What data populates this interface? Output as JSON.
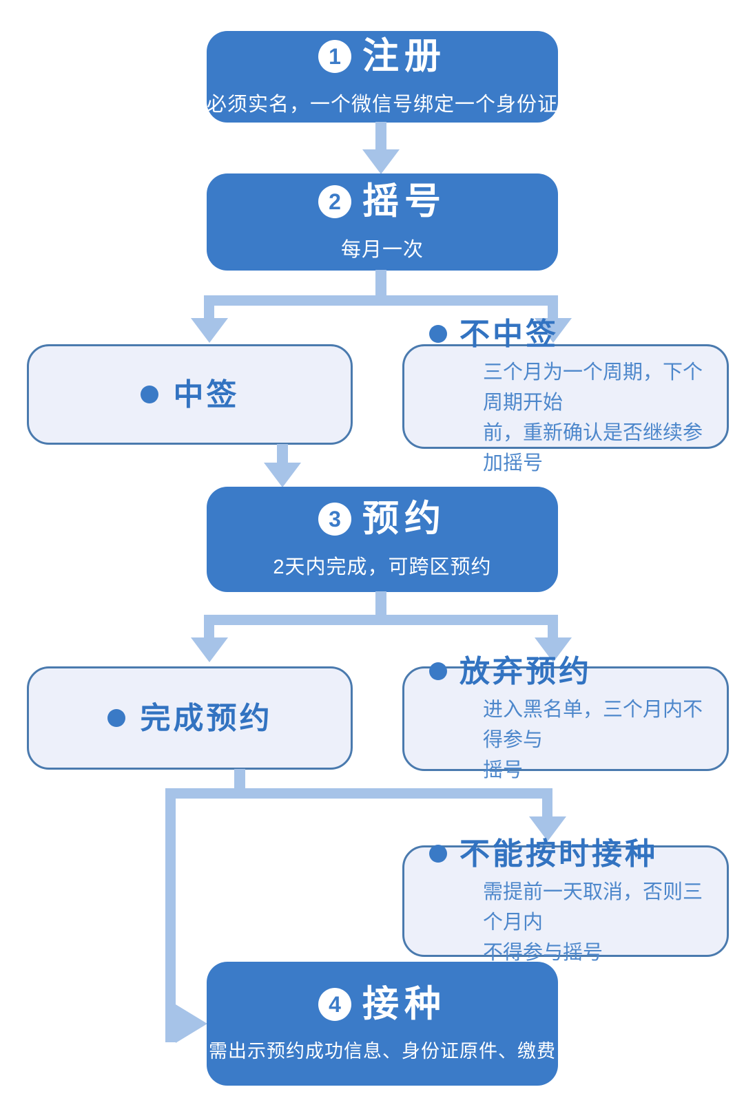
{
  "colors": {
    "step_box_fill": "#3b7bc8",
    "outcome_box_fill": "#edf0fa",
    "outcome_box_border": "#4a7aae",
    "connector": "#a6c3e8",
    "outcome_title_text": "#3273c1",
    "outcome_desc_text": "#4d87cb",
    "step_text": "#ffffff",
    "background": "#ffffff"
  },
  "steps": [
    {
      "number": "1",
      "title": "注册",
      "subtitle": "必须实名，一个微信号绑定一个身份证"
    },
    {
      "number": "2",
      "title": "摇号",
      "subtitle": "每月一次"
    },
    {
      "number": "3",
      "title": "预约",
      "subtitle": "2天内完成，可跨区预约"
    },
    {
      "number": "4",
      "title": "接种",
      "subtitle": "需出示预约成功信息、身份证原件、缴费"
    }
  ],
  "outcomes": [
    {
      "title": "中签",
      "description": ""
    },
    {
      "title": "不中签",
      "description": "三个月为一个周期，下个周期开始\n前，重新确认是否继续参加摇号"
    },
    {
      "title": "完成预约",
      "description": ""
    },
    {
      "title": "放弃预约",
      "description": "进入黑名单，三个月内不得参与\n摇号"
    },
    {
      "title": "不能按时接种",
      "description": "需提前一天取消，否则三个月内\n不得参与摇号"
    }
  ]
}
